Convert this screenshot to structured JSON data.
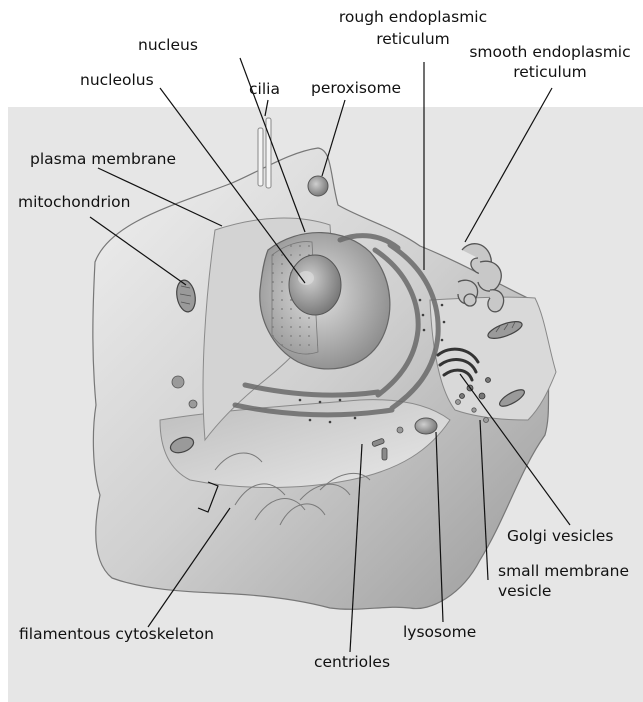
{
  "labels": {
    "rough_er_1": "rough endoplasmic",
    "rough_er_2": "reticulum",
    "smooth_er_1": "smooth endoplasmic",
    "smooth_er_2": "reticulum",
    "nucleus": "nucleus",
    "nucleolus": "nucleolus",
    "cilia": "cilia",
    "peroxisome": "peroxisome",
    "plasma_membrane": "plasma membrane",
    "mitochondrion": "mitochondrion",
    "golgi_vesicles": "Golgi vesicles",
    "small_membrane_vesicle_1": "small membrane",
    "small_membrane_vesicle_2": "vesicle",
    "lysosome": "lysosome",
    "filamentous_cytoskeleton": "filamentous cytoskeleton",
    "centrioles": "centrioles"
  },
  "colors": {
    "background_panel": "#e6e6e6",
    "cell_light": "#cfcfcf",
    "cell_dark": "#8a8a8a",
    "leader_line": "#111111"
  }
}
